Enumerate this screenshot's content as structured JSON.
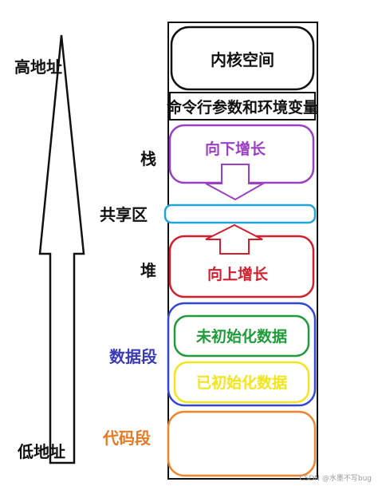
{
  "labels": {
    "high_address": "高地址",
    "low_address": "低地址",
    "stack": "栈",
    "shared": "共享区",
    "heap": "堆",
    "data_segment": "数据段",
    "code_segment": "代码段"
  },
  "regions": {
    "kernel": "内核空间",
    "args_env": "命令行参数和环境变量",
    "stack_grow": "向下增长",
    "heap_grow": "向上增长",
    "uninit": "未初始化数据",
    "init": "已初始化数据"
  },
  "colors": {
    "stack": "#9b3fc4",
    "shared": "#21a5d8",
    "heap": "#d11f2e",
    "data_blue": "#3346d6",
    "uninit": "#1f9b3a",
    "init": "#f2e51c",
    "code": "#f0842a",
    "data_label": "#3a3ab8",
    "code_label": "#e57a23"
  },
  "watermark": "CSDN @水墨不写bug"
}
